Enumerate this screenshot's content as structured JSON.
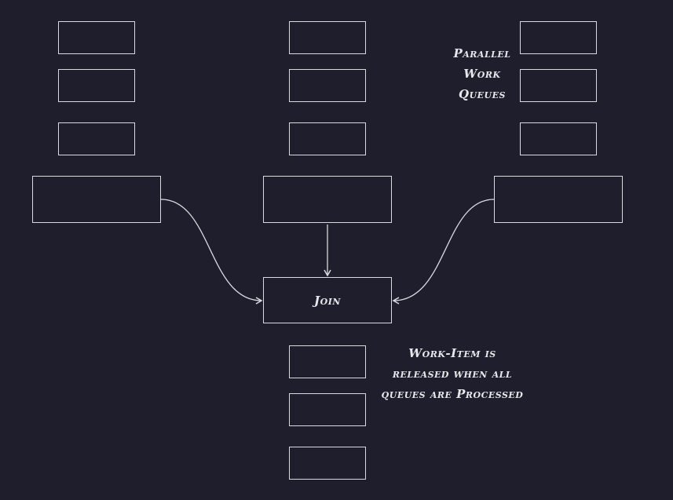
{
  "queues_label": [
    "Parallel",
    "Work",
    "Queues"
  ],
  "join_label": "Join",
  "release_label": [
    "Work-Item is",
    "released when all",
    "queues are Processed"
  ],
  "colors": {
    "background": "#1f1e2d",
    "stroke": "#d9d9de",
    "text": "#e8e8ec"
  }
}
